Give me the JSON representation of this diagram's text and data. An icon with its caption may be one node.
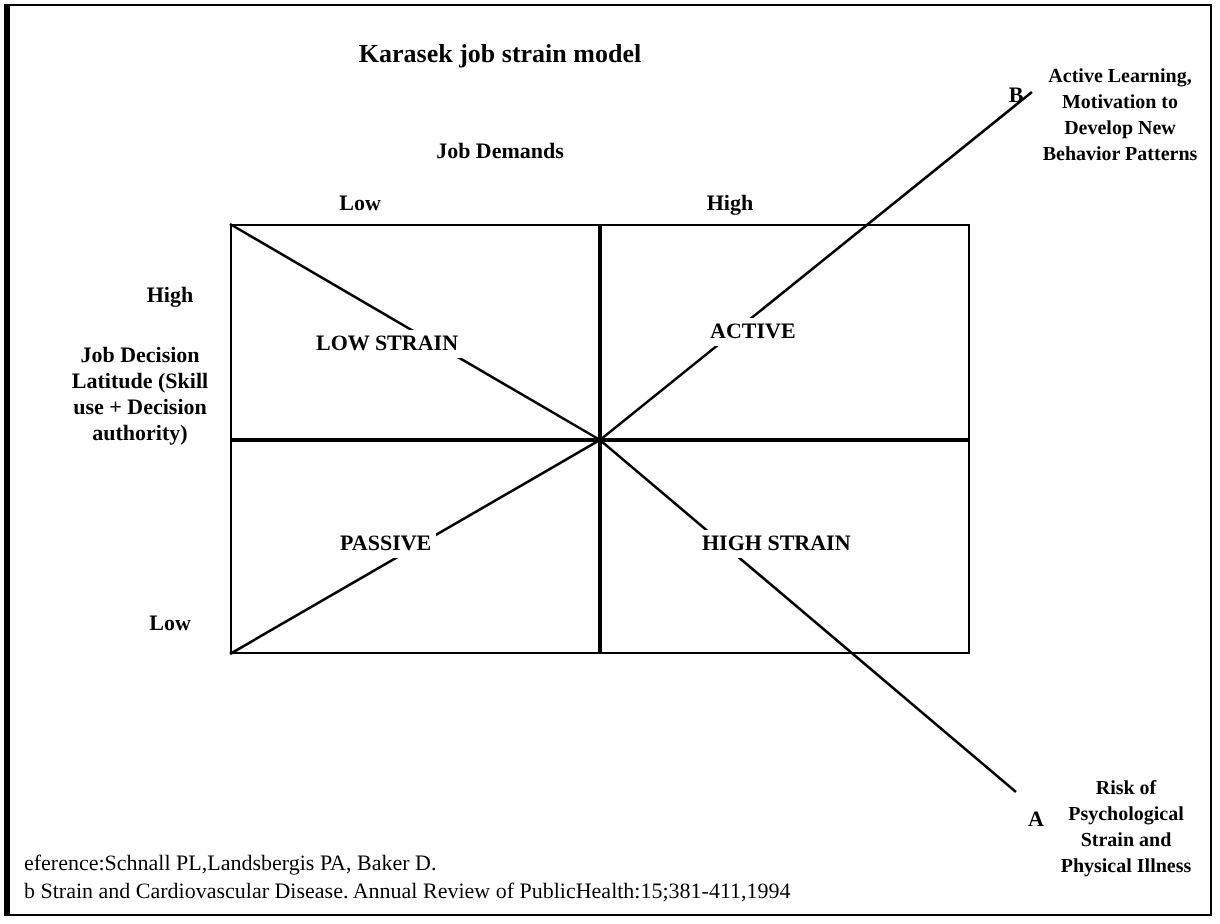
{
  "diagram": {
    "title": "Karasek job strain model",
    "nodes": [
      {
        "text": [
          "LOW STRAIN"
        ]
      },
      {
        "text": [
          "ACTIVE"
        ]
      },
      {
        "text": [
          "PASSIVE"
        ]
      },
      {
        "text": [
          "HIGH STRAIN"
        ]
      }
    ],
    "labels": [
      "Job Demands",
      "B",
      "Active Learning, Motivation to Develop New Behavior Patterns",
      "Low",
      "High",
      "High",
      "Job Decision Latitude (Skill use + Decision authority)",
      "Low",
      "A",
      "Risk of Psychological Strain and Physical Illness",
      "eference:Schnall PL,Landsbergis PA, Baker D.",
      "b Strain and Cardiovascular Disease. Annual Review of PublicHealth:15;381-411,1994"
    ]
  }
}
